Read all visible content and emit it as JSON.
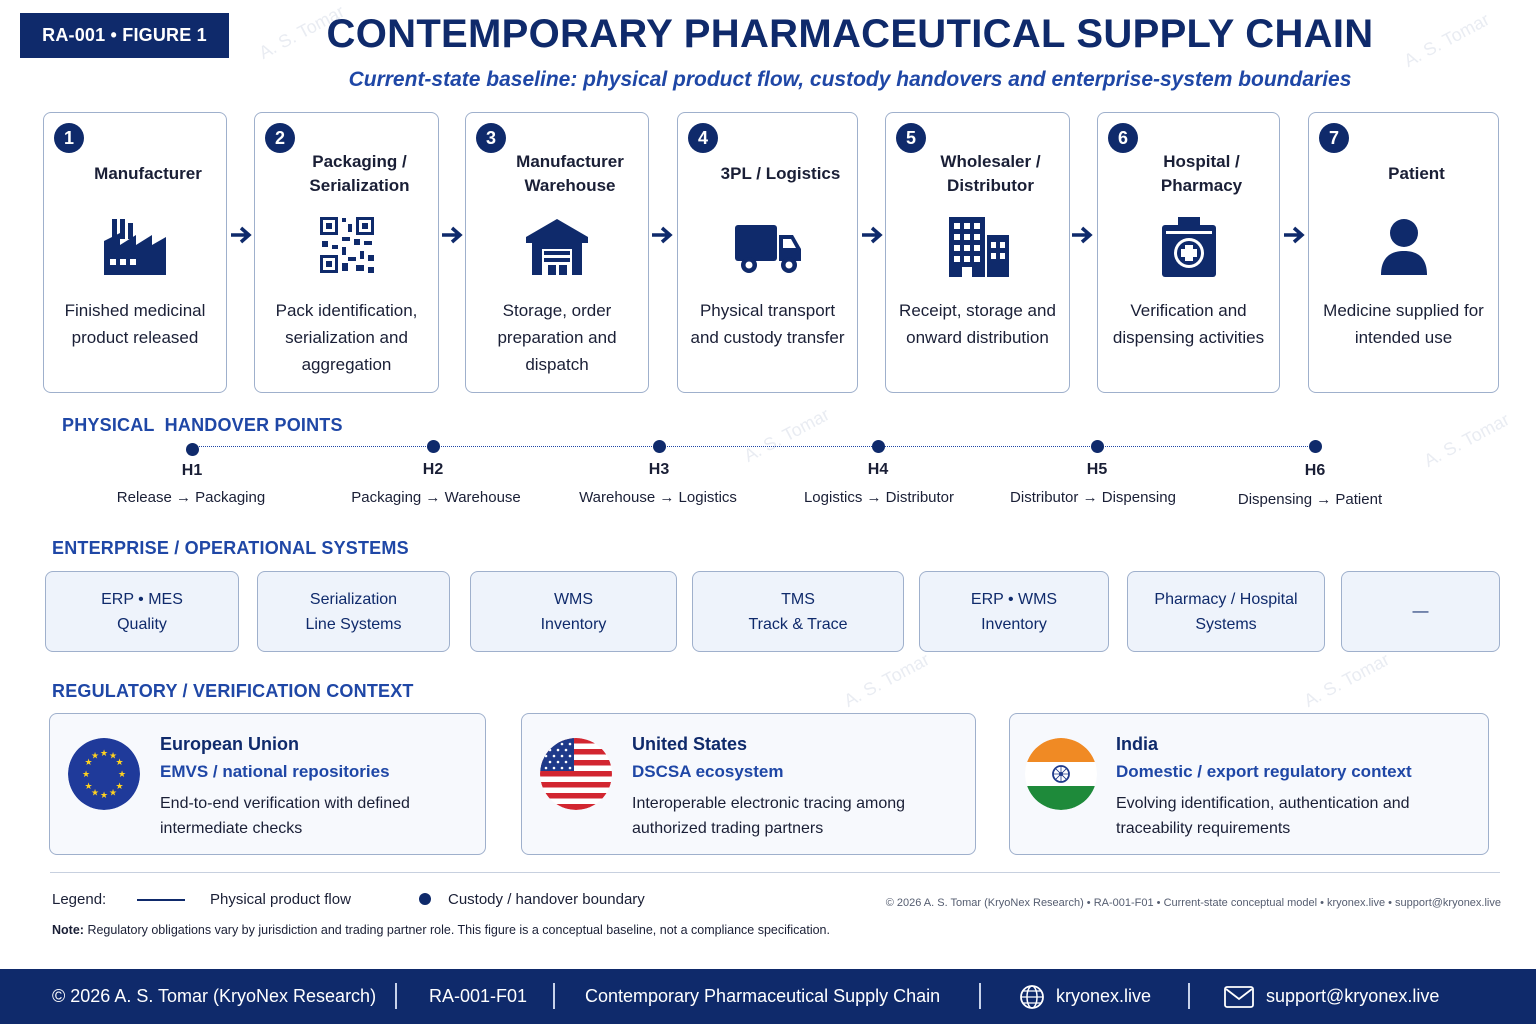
{
  "header": {
    "tag": "RA-001 • FIGURE 1",
    "title": "CONTEMPORARY PHARMACEUTICAL SUPPLY CHAIN",
    "subtitle": "Current-state baseline: physical product flow, custody handovers and enterprise-system boundaries"
  },
  "stages": [
    {
      "num": "1",
      "name": "Manufacturer",
      "icon": "factory-icon",
      "desc": "Finished medicinal product released"
    },
    {
      "num": "2",
      "name": "Packaging / Serialization",
      "icon": "qr-code-icon",
      "desc": "Pack identification, serialization and aggregation"
    },
    {
      "num": "3",
      "name": "Manufacturer Warehouse",
      "icon": "warehouse-icon",
      "desc": "Storage, order preparation and dispatch"
    },
    {
      "num": "4",
      "name": "3PL / Logistics",
      "icon": "truck-icon",
      "desc": "Physical transport and custody transfer"
    },
    {
      "num": "5",
      "name": "Wholesaler / Distributor",
      "icon": "building-icon",
      "desc": "Receipt, storage and onward distribution"
    },
    {
      "num": "6",
      "name": "Hospital / Pharmacy",
      "icon": "medical-kit-icon",
      "desc": "Verification and dispensing activities"
    },
    {
      "num": "7",
      "name": "Patient",
      "icon": "person-icon",
      "desc": "Medicine supplied for intended use"
    }
  ],
  "handover": {
    "heading": "PHYSICAL  HANDOVER POINTS",
    "points": [
      {
        "code": "H1",
        "label": "Release → Packaging"
      },
      {
        "code": "H2",
        "label": "Packaging → Warehouse"
      },
      {
        "code": "H3",
        "label": "Warehouse → Logistics"
      },
      {
        "code": "H4",
        "label": "Logistics → Distributor"
      },
      {
        "code": "H5",
        "label": "Distributor → Dispensing"
      },
      {
        "code": "H6",
        "label": "Dispensing → Patient"
      }
    ]
  },
  "systems": {
    "heading": "ENTERPRISE / OPERATIONAL SYSTEMS",
    "items": [
      {
        "line1": "ERP • MES",
        "line2": "Quality"
      },
      {
        "line1": "Serialization",
        "line2": "Line Systems"
      },
      {
        "line1": "WMS",
        "line2": "Inventory"
      },
      {
        "line1": "TMS",
        "line2": "Track & Trace"
      },
      {
        "line1": "ERP • WMS",
        "line2": "Inventory"
      },
      {
        "line1": "Pharmacy / Hospital",
        "line2": "Systems"
      },
      {
        "line1": "—",
        "line2": ""
      }
    ]
  },
  "regulatory": {
    "heading": "REGULATORY / VERIFICATION CONTEXT",
    "items": [
      {
        "region": "European Union",
        "sub": "EMVS / national repositories",
        "body": "End-to-end verification with defined intermediate checks",
        "icon": "eu-flag-icon"
      },
      {
        "region": "United States",
        "sub": "DSCSA ecosystem",
        "body": "Interoperable electronic tracing among authorized trading partners",
        "icon": "us-flag-icon"
      },
      {
        "region": "India",
        "sub": "Domestic / export regulatory context",
        "body": "Evolving identification, authentication and traceability requirements",
        "icon": "india-flag-icon"
      }
    ]
  },
  "legend": {
    "title": "Legend:",
    "flow": "Physical product flow",
    "custody": "Custody / handover boundary",
    "copyright_small": "© 2026 A. S. Tomar (KryoNex Research) • RA-001-F01 • Current-state conceptual model • kryonex.live • support@kryonex.live",
    "note_label": "Note:",
    "note": "Regulatory obligations vary by jurisdiction and trading partner role. This figure is a conceptual baseline, not a compliance specification."
  },
  "footer": {
    "copyright": "© 2026 A. S. Tomar (KryoNex Research)",
    "code": "RA-001-F01",
    "title": "Contemporary Pharmaceutical Supply Chain",
    "website": "kryonex.live",
    "email": "support@kryonex.live"
  },
  "watermark": "A. S. Tomar",
  "colors": {
    "navy": "#0f2a6b",
    "accent": "#1f47a6",
    "card_border": "#9fb0cc",
    "system_fill": "#eef3fb"
  }
}
